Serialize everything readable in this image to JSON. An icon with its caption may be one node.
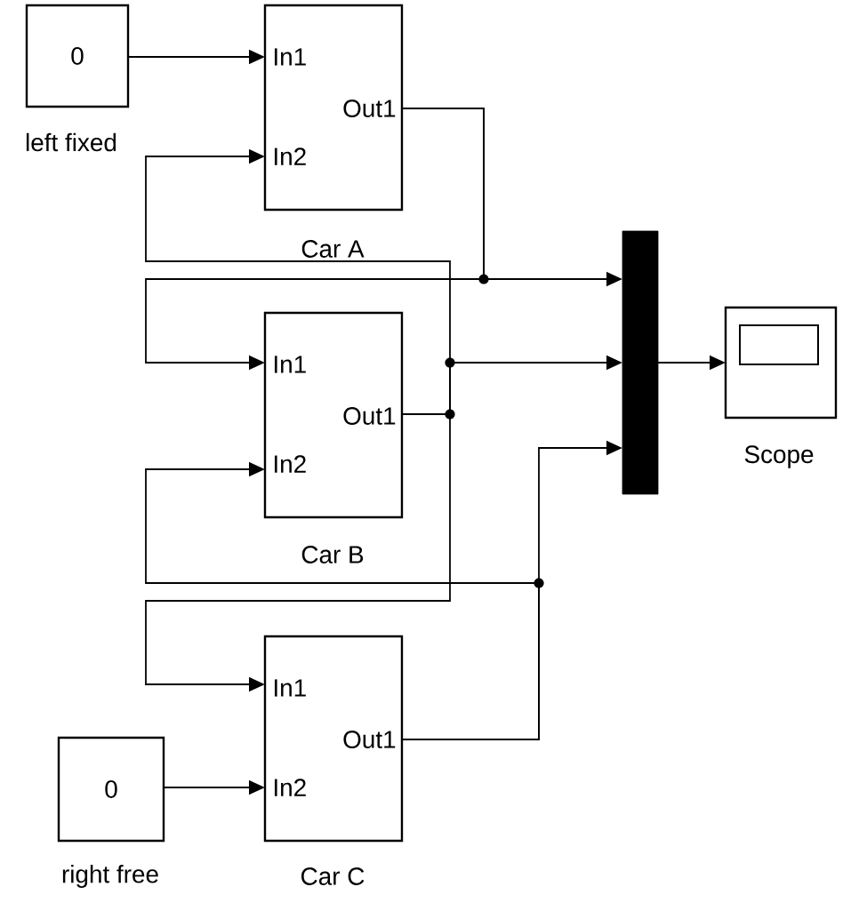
{
  "diagram": {
    "nodes": [
      {
        "text": [
          "0"
        ],
        "beside": [
          "left fixed"
        ]
      },
      {
        "text": [
          "In1",
          "Out1",
          "In2"
        ],
        "beside": [
          "Car A"
        ]
      },
      {
        "text": [
          "In1",
          "Out1",
          "In2"
        ],
        "beside": [
          "Car B"
        ]
      },
      {
        "text": [
          "In1",
          "Out1",
          "In2"
        ],
        "beside": [
          "Car C"
        ]
      },
      {
        "text": [
          "0"
        ],
        "beside": [
          "right free"
        ]
      },
      {
        "text": [],
        "shape": "bar"
      },
      {
        "text": [],
        "shape": "box",
        "beside": [
          "Scope"
        ]
      }
    ],
    "edges": [
      {
        "from": 0,
        "to": 1,
        "arrow": "to"
      },
      {
        "from": 2,
        "to": 1,
        "arrow": "to"
      },
      {
        "from": 1,
        "to": 5,
        "arrow": "to"
      },
      {
        "from": 1,
        "to": 2,
        "arrow": "to"
      },
      {
        "from": 2,
        "to": 5,
        "arrow": "to"
      },
      {
        "from": 3,
        "to": 2,
        "arrow": "to"
      },
      {
        "from": 2,
        "to": 3,
        "arrow": "to"
      },
      {
        "from": 3,
        "to": 5,
        "arrow": "to"
      },
      {
        "from": 4,
        "to": 3,
        "arrow": "to"
      },
      {
        "from": 5,
        "to": 6,
        "arrow": "to"
      }
    ]
  }
}
